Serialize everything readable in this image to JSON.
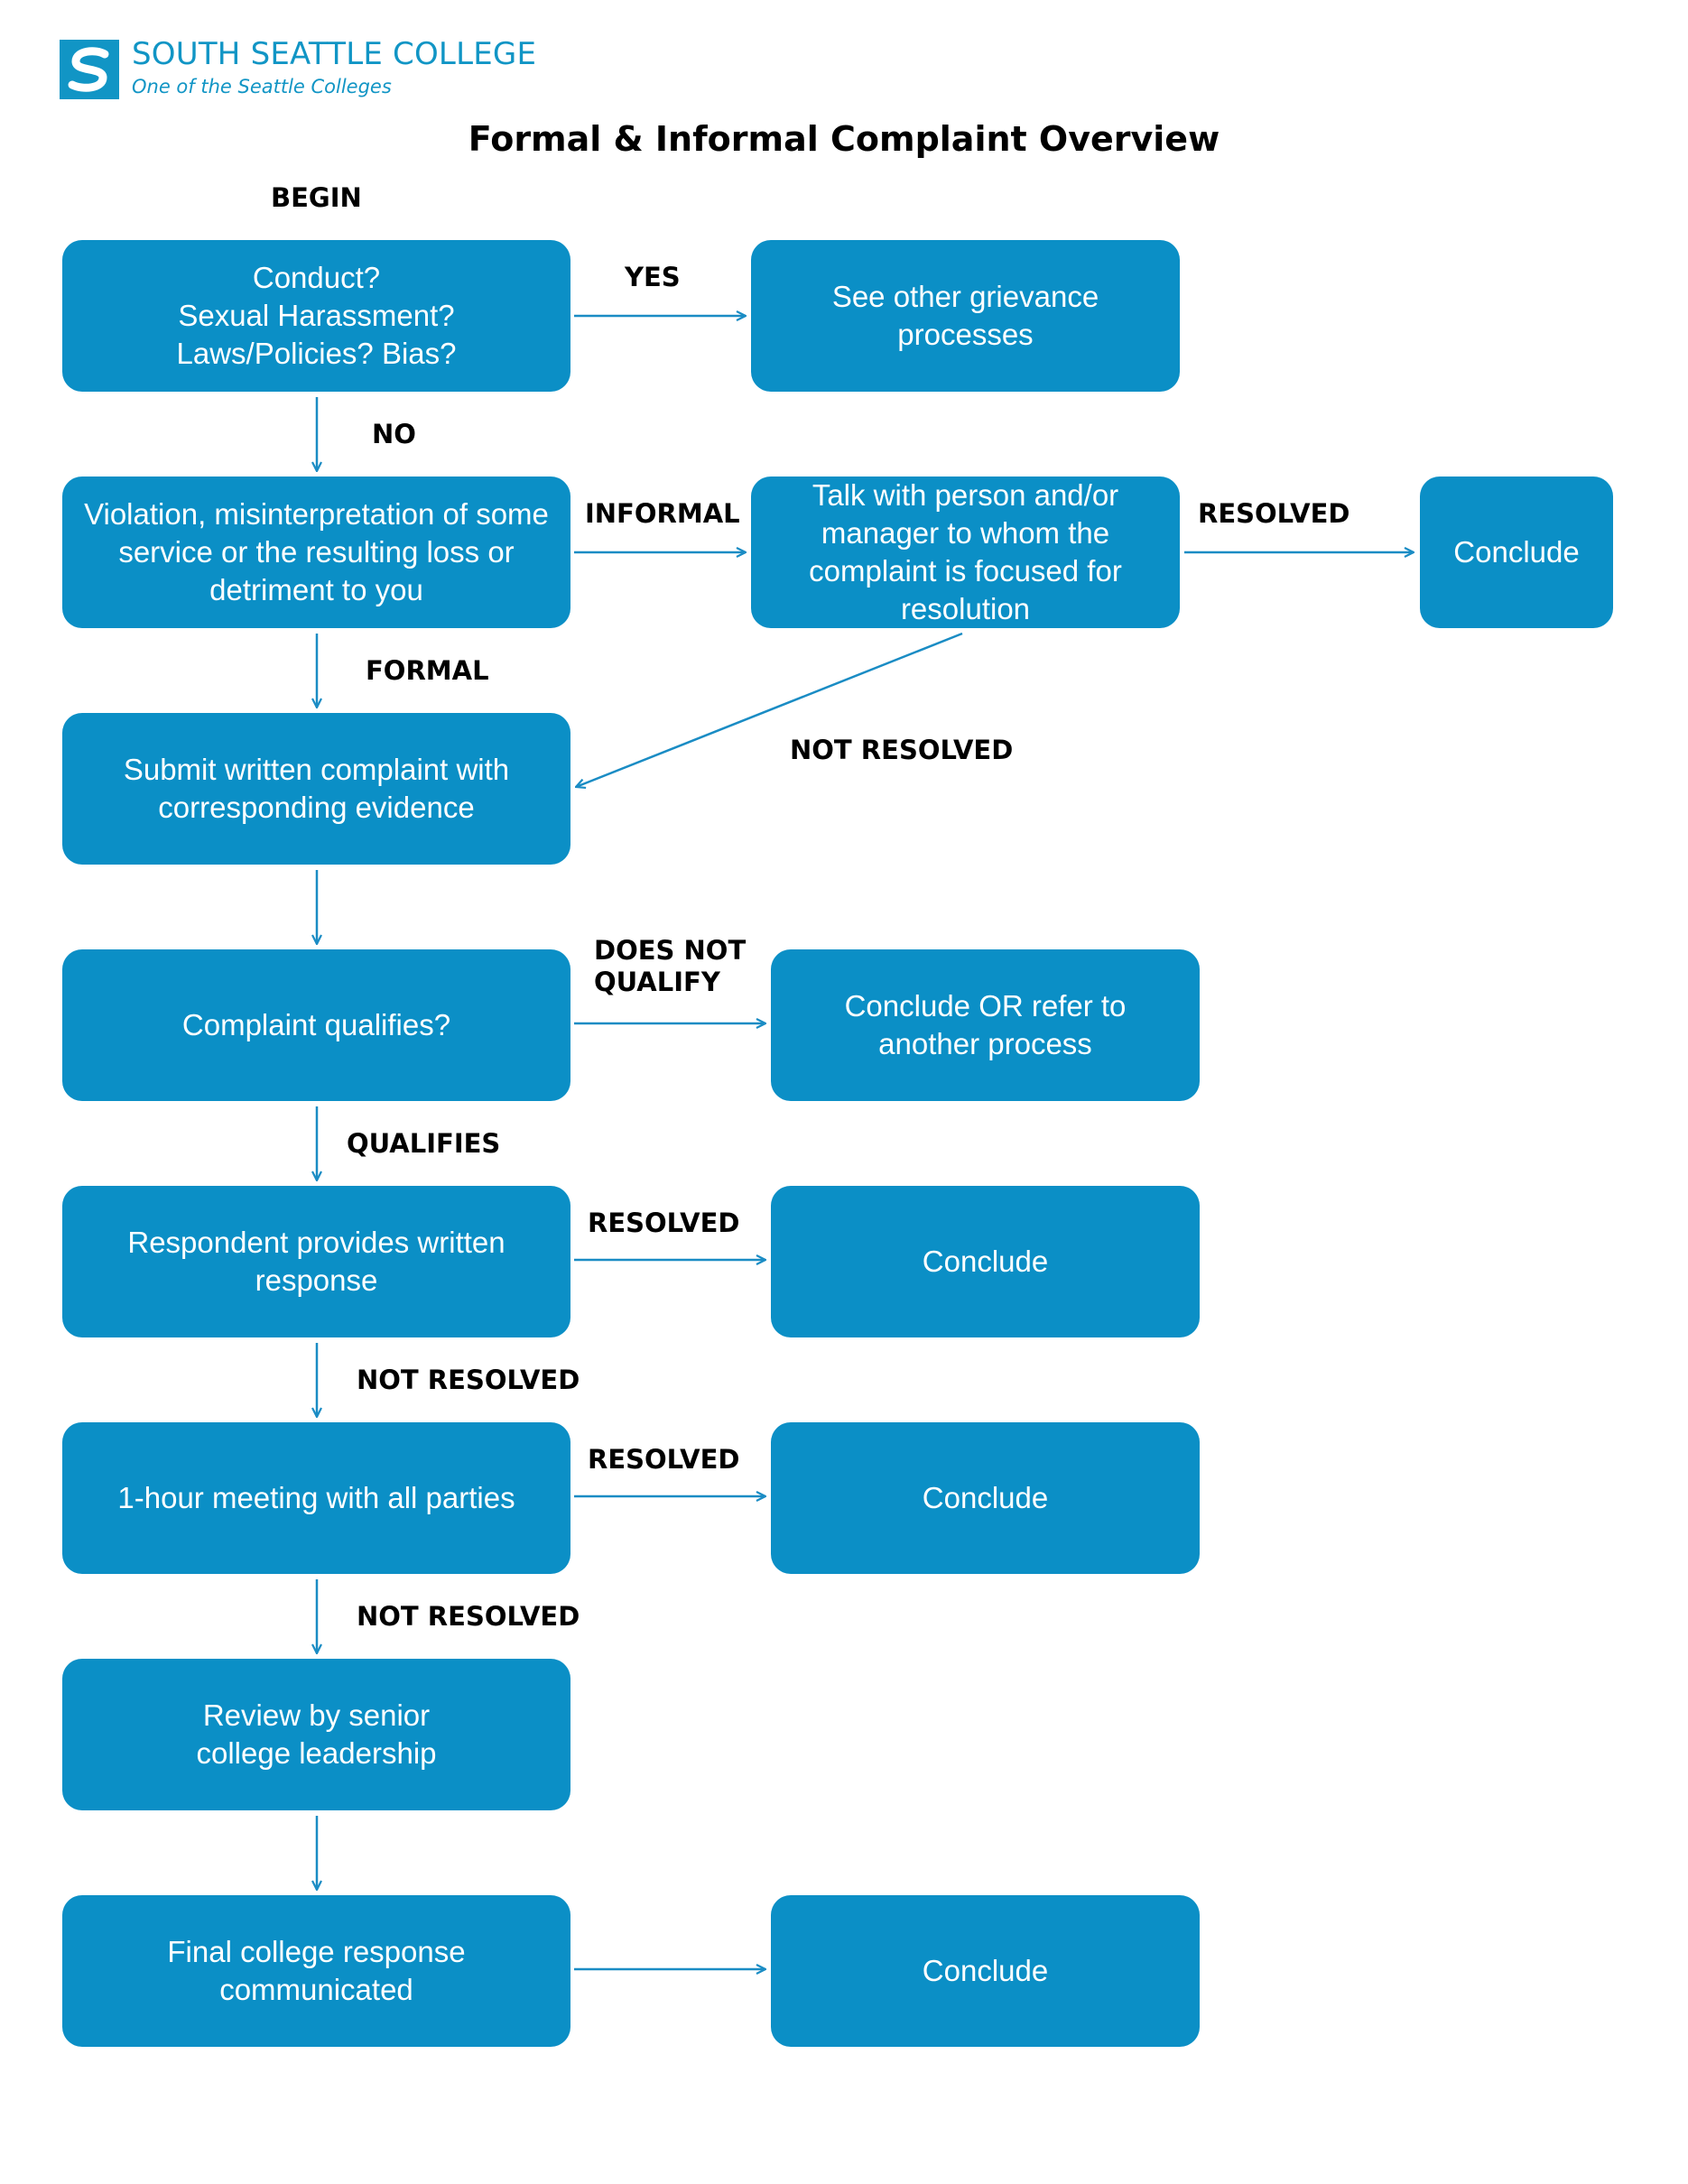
{
  "header": {
    "brand_name": "SOUTH SEATTLE COLLEGE",
    "brand_tagline": "One of the Seattle Colleges",
    "title": "Formal & Informal Complaint Overview"
  },
  "colors": {
    "brand": "#1195c5",
    "box": "#0b8fc6",
    "arrow": "#1a8cc4"
  },
  "nodes": {
    "conduct": "Conduct?\nSexual Harassment?\nLaws/Policies? Bias?",
    "grievance": "See other grievance\nprocesses",
    "violation": "Violation, misinterpretation of some\nservice or the resulting loss or\ndetriment to you",
    "talk": "Talk with person and/or\nmanager to whom the\ncomplaint is focused for\nresolution",
    "conclude_informal": "Conclude",
    "submit": "Submit written complaint with\ncorresponding evidence",
    "qualifies": "Complaint qualifies?",
    "refer": "Conclude OR refer to\nanother process",
    "respondent": "Respondent provides written\nresponse",
    "conclude_respondent": "Conclude",
    "meeting": "1-hour meeting with all parties",
    "conclude_meeting": "Conclude",
    "review": "Review by senior\ncollege leadership",
    "final": "Final college response\ncommunicated",
    "conclude_final": "Conclude"
  },
  "labels": {
    "begin": "BEGIN",
    "yes": "YES",
    "no": "NO",
    "informal": "INFORMAL",
    "resolved_informal": "RESOLVED",
    "formal": "FORMAL",
    "not_resolved_informal": "NOT RESOLVED",
    "does_not_qualify": "DOES NOT\nQUALIFY",
    "qualifies": "QUALIFIES",
    "resolved_respondent": "RESOLVED",
    "not_resolved_respondent": "NOT RESOLVED",
    "resolved_meeting": "RESOLVED",
    "not_resolved_meeting": "NOT RESOLVED"
  }
}
